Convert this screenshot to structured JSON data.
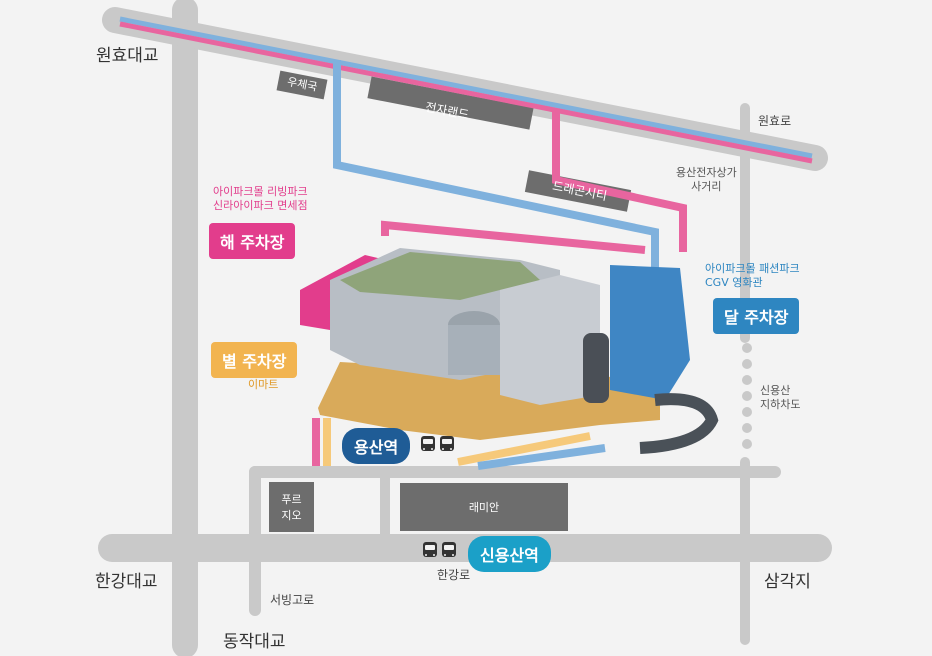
{
  "roads": {
    "wonhyo_bridge": "원효대교",
    "hangang_bridge": "한강대교",
    "dongjak_bridge": "동작대교",
    "samgakji": "삼각지",
    "wonhyo_ro": "원효로",
    "hangang_ro": "한강로",
    "seobinggo_ro": "서빙고로",
    "yongsan_junction_line1": "용산전자상가",
    "yongsan_junction_line2": "사거리",
    "underpass_line1": "신용산",
    "underpass_line2": "지하차도"
  },
  "buildings": {
    "post_office": "우체국",
    "electronics_land": "전자랜드",
    "dragon_city": "드래곤시티",
    "prugio_line1": "푸르",
    "prugio_line2": "지오",
    "raemian": "래미안"
  },
  "parking": {
    "sun": {
      "label": "해 주차장",
      "desc_line1": "아이파크몰 리빙파크",
      "desc_line2": "신라아이파크 면세점",
      "color": "#e23d8c"
    },
    "moon": {
      "label": "달 주차장",
      "desc_line1": "아이파크몰 패션파크",
      "desc_line2": "CGV 영화관",
      "color": "#2e86c1"
    },
    "star": {
      "label": "별 주차장",
      "desc": "이마트",
      "color": "#f2b450"
    }
  },
  "stations": {
    "yongsan": {
      "label": "용산역",
      "color": "#1f5c96"
    },
    "sinyongsan": {
      "label": "신용산역",
      "color": "#1ba0c8"
    }
  },
  "icons": [
    "bus-icon",
    "train-icon"
  ],
  "route_colors": {
    "pink": "#e8659f",
    "blue": "#7fb1dd",
    "orange": "#f6c97a",
    "road": "#c9c9c9"
  }
}
